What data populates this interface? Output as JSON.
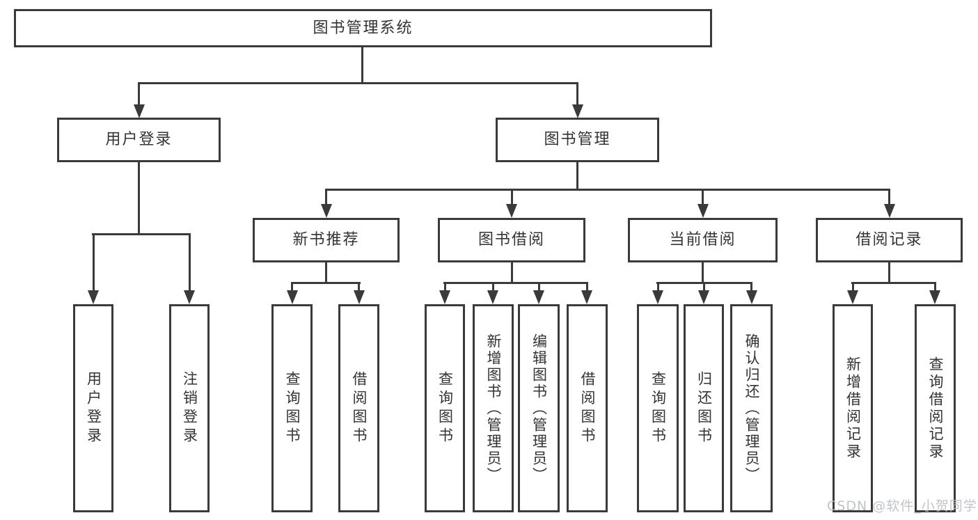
{
  "diagram_title": "图书管理系统",
  "tree": {
    "root": {
      "label": "图书管理系统"
    },
    "branches": [
      {
        "label": "用户登录",
        "children": [
          {
            "label": "用户登录"
          },
          {
            "label": "注销登录"
          }
        ]
      },
      {
        "label": "图书管理",
        "children": [
          {
            "label": "新书推荐",
            "children": [
              {
                "label": "查询图书"
              },
              {
                "label": "借阅图书"
              }
            ]
          },
          {
            "label": "图书借阅",
            "children": [
              {
                "label": "查询图书"
              },
              {
                "label": "新增图书（管理员）"
              },
              {
                "label": "编辑图书（管理员）"
              },
              {
                "label": "借阅图书"
              }
            ]
          },
          {
            "label": "当前借阅",
            "children": [
              {
                "label": "查询图书"
              },
              {
                "label": "归还图书"
              },
              {
                "label": "确认归还（管理员）"
              }
            ]
          },
          {
            "label": "借阅记录",
            "children": [
              {
                "label": "新增借阅记录"
              },
              {
                "label": "查询借阅记录"
              }
            ]
          }
        ]
      }
    ]
  },
  "watermark": {
    "text": "CSDN @软件_小贺同学"
  },
  "colors": {
    "line": "#3a3a3a",
    "text": "#333333",
    "watermark": "#b9bdc3",
    "background": "#ffffff"
  }
}
